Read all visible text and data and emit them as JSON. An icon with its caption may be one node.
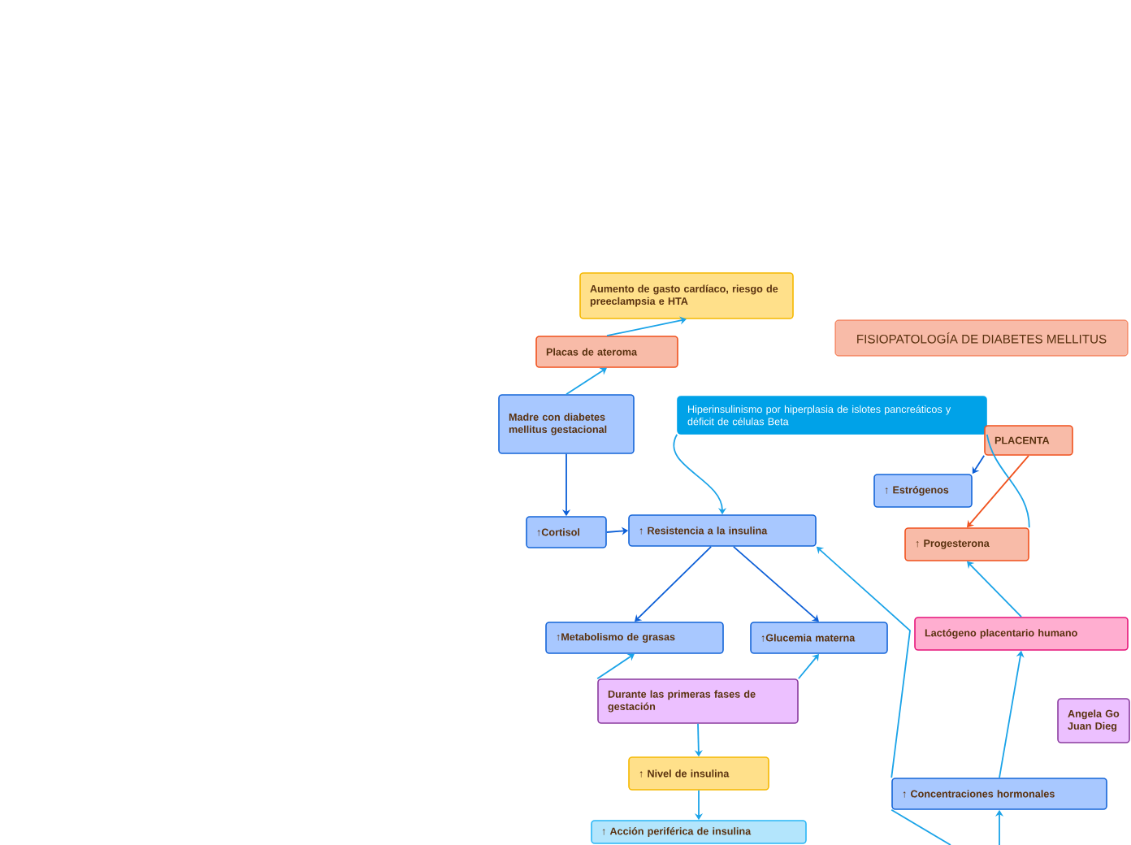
{
  "diagram": {
    "title": "FISIOPATOLOGÍA DE DIABETES MELLITUS",
    "nodes": [
      {
        "text": [
          "Aumento de gasto cardíaco, riesgo de preeclampsia e HTA"
        ]
      },
      {
        "text": [
          "Placas de ateroma"
        ]
      },
      {
        "text": [
          "Madre con diabetes mellitus gestacional"
        ]
      },
      {
        "text": [
          "↑Cortisol"
        ]
      },
      {
        "text": [
          "↑ Resistencia a la insulina"
        ]
      },
      {
        "text": [
          "Hiperinsulinismo por hiperplasia de islotes pancreáticos y déficit de células Beta"
        ]
      },
      {
        "text": [
          "PLACENTA"
        ]
      },
      {
        "text": [
          "↑ Estrógenos"
        ]
      },
      {
        "text": [
          "↑  Progesterona"
        ]
      },
      {
        "text": [
          "Lactógeno placentario humano"
        ]
      },
      {
        "text": [
          "↑Metabolismo de grasas"
        ]
      },
      {
        "text": [
          "↑Glucemia materna"
        ]
      },
      {
        "text": [
          "Durante las primeras fases de gestación"
        ]
      },
      {
        "text": [
          "↑ Nivel de insulina"
        ]
      },
      {
        "text": [
          "↑ Acción periférica de insulina"
        ]
      },
      {
        "text": [
          "↑ Concentraciones hormonales"
        ]
      },
      {
        "text": [
          "Angela Go Juan Dieg"
        ]
      }
    ],
    "edges": [
      {
        "from": 1,
        "to": 0,
        "arrow": "to"
      },
      {
        "from": 2,
        "to": 1,
        "arrow": "to"
      },
      {
        "from": 2,
        "to": 3,
        "arrow": "to",
        "color": "#0b5ed7"
      },
      {
        "from": 3,
        "to": 4,
        "arrow": "to",
        "color": "#0b5ed7"
      },
      {
        "from": 5,
        "to": 4,
        "arrow": "to"
      },
      {
        "from": 5,
        "to": 8,
        "arrow": "none"
      },
      {
        "from": 6,
        "to": 7,
        "arrow": "to",
        "color": "#0b5ed7"
      },
      {
        "from": 6,
        "to": 8,
        "arrow": "to",
        "color": "#f0521e"
      },
      {
        "from": 9,
        "to": 8,
        "arrow": "to"
      },
      {
        "from": 15,
        "to": 9,
        "arrow": "to"
      },
      {
        "from": 4,
        "to": 10,
        "arrow": "to",
        "color": "#0b5ed7"
      },
      {
        "from": 4,
        "to": 11,
        "arrow": "to",
        "color": "#0b5ed7"
      },
      {
        "from": 15,
        "to": 4,
        "arrow": "to"
      },
      {
        "from": 12,
        "to": 10,
        "arrow": "to"
      },
      {
        "from": 12,
        "to": 11,
        "arrow": "to"
      },
      {
        "from": 12,
        "to": 13,
        "arrow": "to"
      },
      {
        "from": 13,
        "to": 14,
        "arrow": "to"
      },
      {
        "from": null,
        "to": 15,
        "arrow": "to"
      },
      {
        "from": 15,
        "to": null,
        "arrow": "none"
      }
    ]
  }
}
